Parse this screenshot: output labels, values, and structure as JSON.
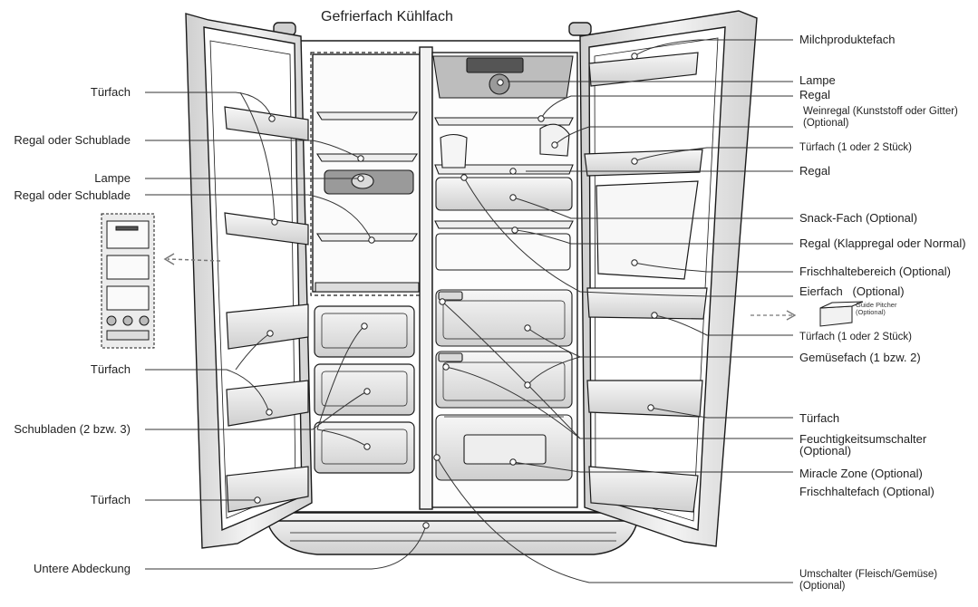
{
  "title": "Gefrierfach Kühlfach",
  "labels_left": [
    "Türfach",
    "Regal oder Schublade",
    "Lampe",
    "Regal oder Schublade",
    "Türfach",
    "Schubladen (2 bzw. 3)",
    "Türfach",
    "Untere Abdeckung"
  ],
  "labels_right": [
    "Milchproduktefach",
    "Lampe",
    "Regal",
    "Weinregal (Kunststoff oder Gitter)",
    "(Optional)",
    "Türfach (1 oder 2 Stück)",
    "Regal",
    "Snack-Fach (Optional)",
    "Regal (Klappregal oder Normal)",
    "Frischhaltebereich (Optional)",
    "Eierfach",
    "(Optional)",
    "Türfach (1 oder 2 Stück)",
    "Gemüsefach (1 bzw. 2)",
    "Türfach",
    "Feuchtigkeitsumschalter",
    "(Optional)",
    "Miracle Zone (Optional)",
    "Frischhaltefach (Optional)",
    "Umschalter (Fleisch/Gemüse)",
    "(Optional)"
  ],
  "guide_pitcher": [
    "Guide Pitcher",
    "(Optional)"
  ],
  "colors": {
    "line": "#1a1a1a",
    "leader": "#333333",
    "fill_light": "#f2f2f2",
    "fill_mid": "#d9d9d9",
    "fill_dark": "#9a9a9a"
  }
}
